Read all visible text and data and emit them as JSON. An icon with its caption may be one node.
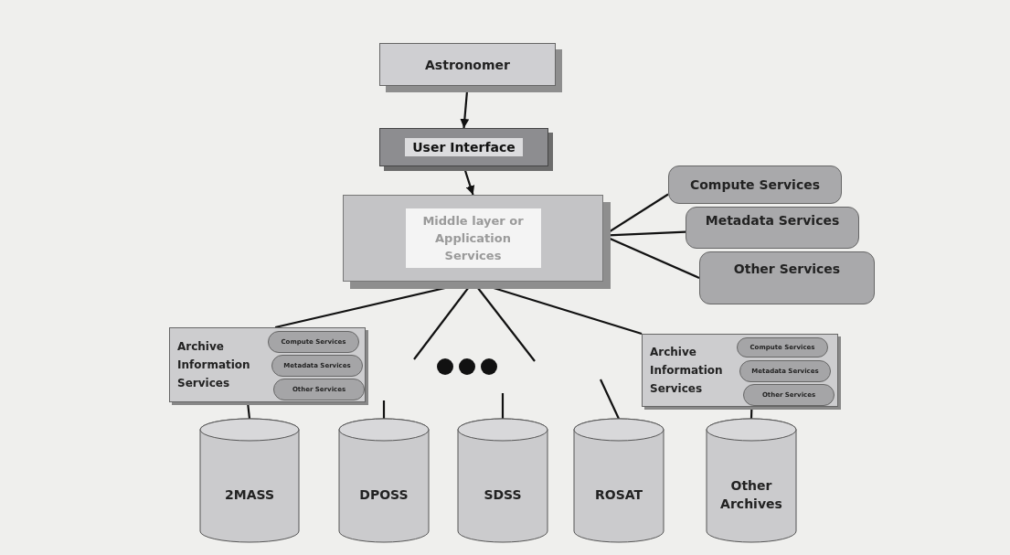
{
  "diagram": {
    "nodes": [
      {
        "text": [
          "Astronomer"
        ]
      },
      {
        "text": [
          "User Interface"
        ]
      },
      {
        "text": [
          "Middle layer or Application Services"
        ]
      },
      {
        "text": [
          "Compute Services"
        ]
      },
      {
        "text": [
          "Metadata Services"
        ]
      },
      {
        "text": [
          "Other Services"
        ]
      },
      {
        "text": [
          "Archive Information Services"
        ]
      },
      {
        "text": [
          "Compute Services"
        ],
        "in": 6
      },
      {
        "text": [
          "Metadata Services"
        ],
        "in": 6
      },
      {
        "text": [
          "Other Services"
        ],
        "in": 6
      },
      {
        "text": [
          "Archive Information Services"
        ]
      },
      {
        "text": [
          "Compute Services"
        ],
        "in": 10
      },
      {
        "text": [
          "Metadata Services"
        ],
        "in": 10
      },
      {
        "text": [
          "Other Services"
        ],
        "in": 10
      },
      {
        "text": [
          "2MASS"
        ]
      },
      {
        "text": [
          "DPOSS"
        ]
      },
      {
        "text": [
          "SDSS"
        ]
      },
      {
        "text": [
          "ROSAT"
        ]
      },
      {
        "text": [
          "Other Archives"
        ]
      }
    ],
    "edges": [
      {
        "from": 0,
        "to": 1,
        "arrow": "to"
      },
      {
        "from": 1,
        "to": 2,
        "arrow": "to"
      },
      {
        "from": 2,
        "to": 3,
        "arrow": "none"
      },
      {
        "from": 2,
        "to": 4,
        "arrow": "none"
      },
      {
        "from": 2,
        "to": 5,
        "arrow": "none"
      },
      {
        "from": 2,
        "to": 6,
        "arrow": "none"
      },
      {
        "from": 2,
        "to": null,
        "arrow": "none"
      },
      {
        "from": 2,
        "to": null,
        "arrow": "none"
      },
      {
        "from": 2,
        "to": 10,
        "arrow": "none"
      },
      {
        "from": 6,
        "to": 14,
        "arrow": "none"
      },
      {
        "from": null,
        "to": 15,
        "arrow": "none"
      },
      {
        "from": null,
        "to": 16,
        "arrow": "none"
      },
      {
        "from": null,
        "to": 17,
        "arrow": "none"
      },
      {
        "from": 10,
        "to": 18,
        "arrow": "none"
      }
    ]
  }
}
